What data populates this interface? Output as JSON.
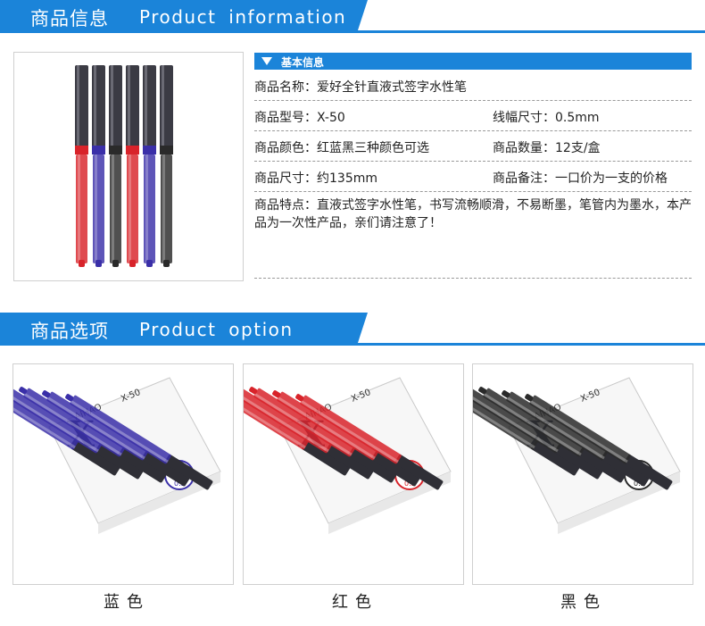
{
  "section1": {
    "title_cn": "商品信息",
    "title_en": "Product  information"
  },
  "basic": {
    "header": "基本信息",
    "name": "商品名称：爱好全针直液式签字水性笔",
    "model": "商品型号：X-50",
    "line_width": "线幅尺寸：0.5mm",
    "color": "商品颜色：红蓝黑三种颜色可选",
    "quantity": "商品数量：12支/盒",
    "size": "商品尺寸：约135mm",
    "note": "商品备注：一口价为一支的价格",
    "feature": "商品特点：直液式签字水性笔，书写流畅顺滑，不易断墨，笔管内为墨水，本产品为一次性产品，亲们请注意了！"
  },
  "section2": {
    "title_cn": "商品选项",
    "title_en": "Product  option"
  },
  "options": [
    {
      "label": "蓝色",
      "color": "#3a2fa8"
    },
    {
      "label": "红色",
      "color": "#d8232a"
    },
    {
      "label": "黑色",
      "color": "#2a2a2a"
    }
  ],
  "packaging": {
    "brand": "AIHAO",
    "model": "X-50",
    "letter": "X",
    "tip": "0.5"
  },
  "colors": {
    "accent": "#1b84d9"
  }
}
